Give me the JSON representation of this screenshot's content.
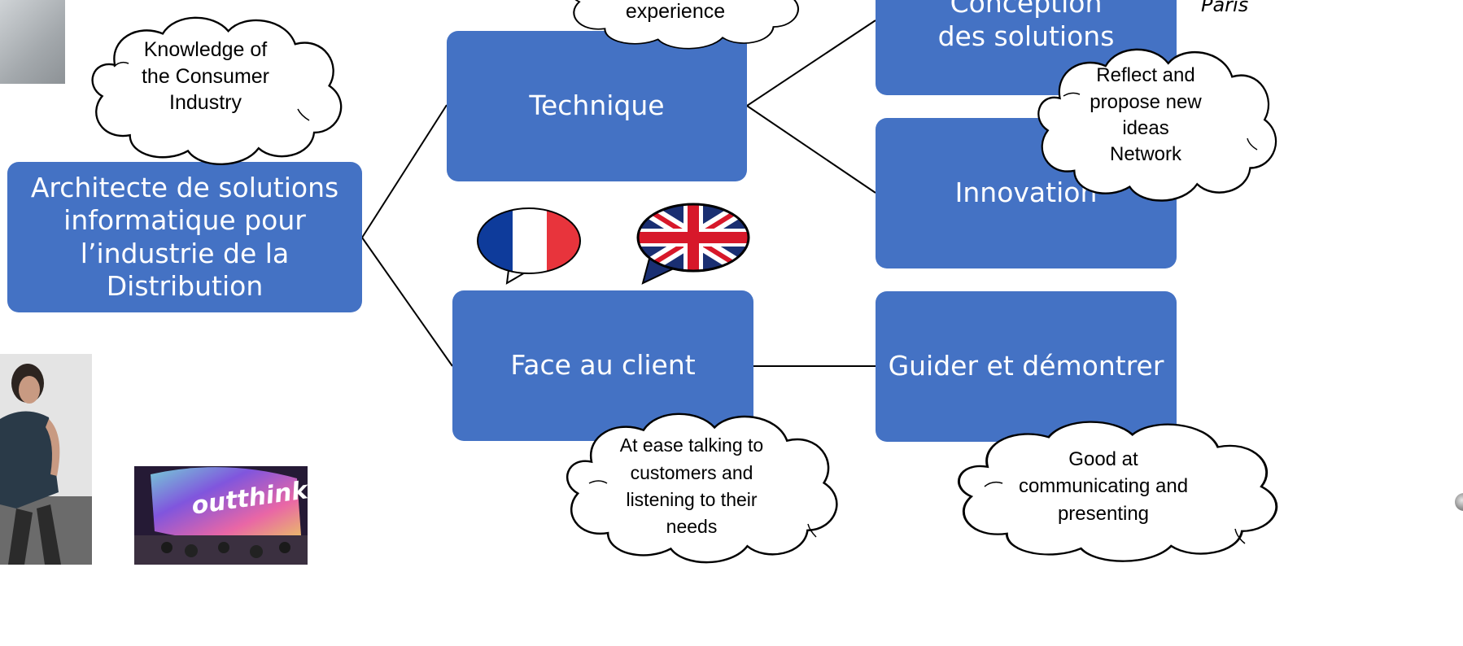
{
  "diagram": {
    "root": {
      "label": "Architecte de solutions informatique pour l’industrie de la Distribution"
    },
    "branches": {
      "technique": "Technique",
      "face_au_client": "Face au client",
      "conception": "Conception des solutions",
      "innovation": "Innovation",
      "guider": "Guider et démontrer"
    },
    "clouds": {
      "knowledge": "Knowledge of the Consumer Industry",
      "experience": "experience",
      "reflect_line1": "Reflect and propose new ideas",
      "reflect_line2": "Network",
      "at_ease": "At ease talking to customers and listening to their needs",
      "good_at": "Good at communicating and presenting"
    },
    "corner_text": "Paris",
    "photo_text": "outthink"
  },
  "colors": {
    "box_fill": "#4472c4",
    "box_text": "#ffffff",
    "connector": "#000000",
    "flag_fr_blue": "#0e3b9b",
    "flag_fr_red": "#e8343c",
    "flag_uk_blue": "#1a2f72",
    "flag_uk_red": "#d7182a"
  },
  "icons": [
    "french-flag-speech-bubble-icon",
    "uk-flag-speech-bubble-icon"
  ]
}
